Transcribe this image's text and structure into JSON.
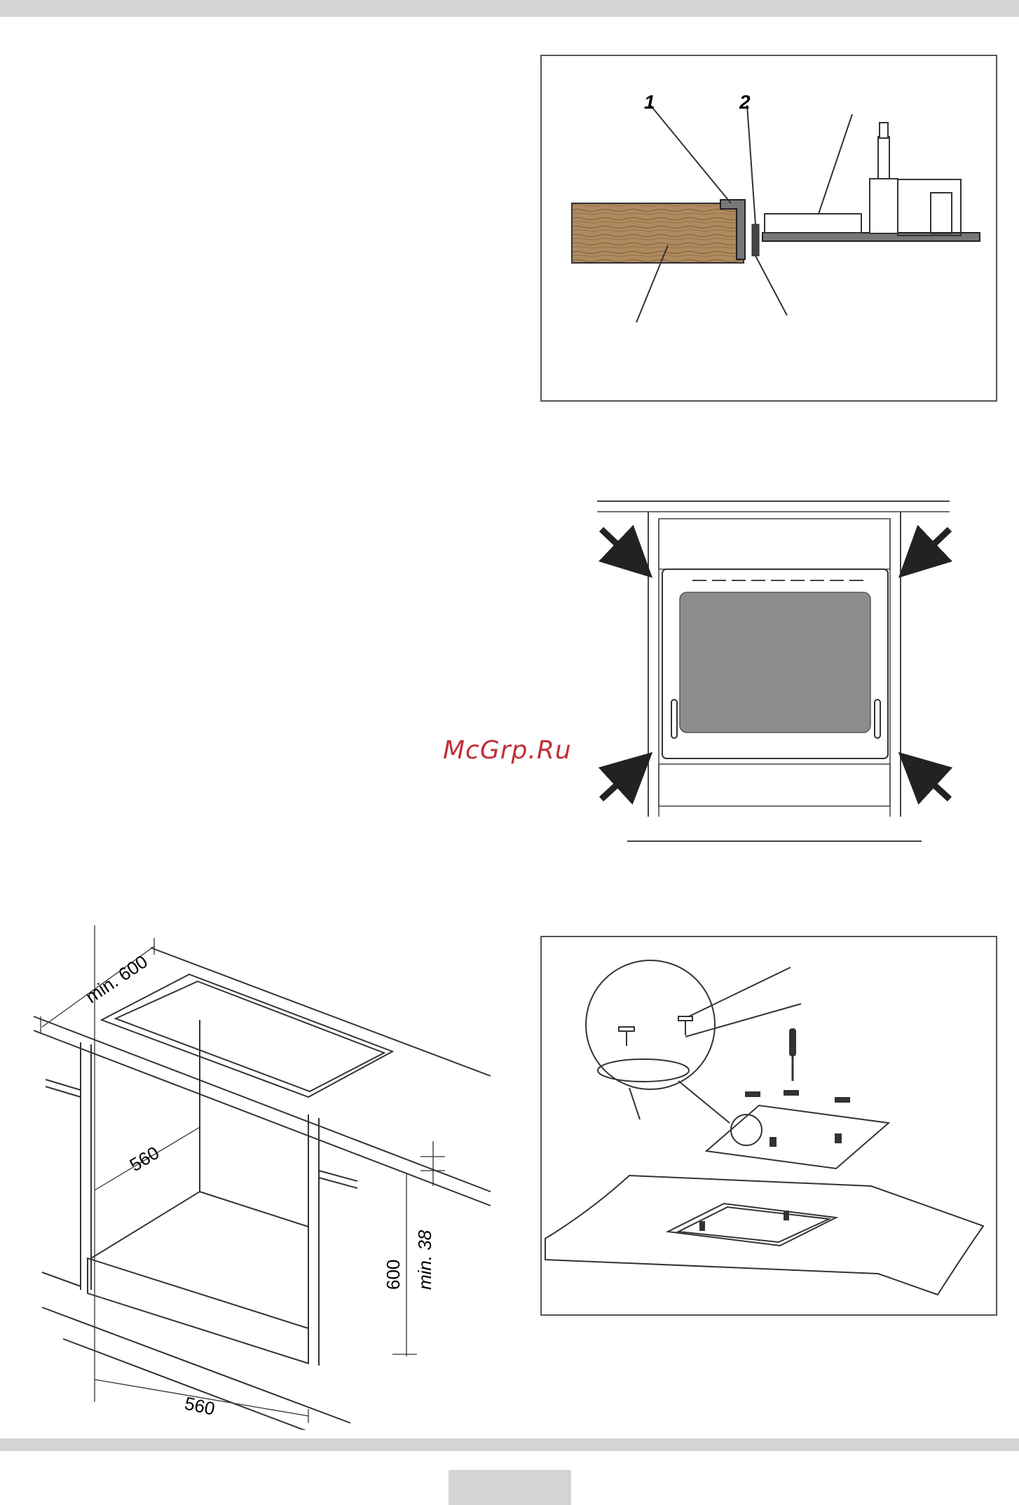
{
  "watermark": "McGrp.Ru",
  "figure1": {
    "callout_1": "1",
    "callout_2": "2"
  },
  "figure3": {
    "min_depth": "min. 600",
    "inner_depth": "560",
    "height": "600",
    "min_gap": "min. 38",
    "width": "560"
  },
  "colors": {
    "band": "#d4d4d4",
    "frame": "#555555",
    "wood": "#b08a5e",
    "glass": "#8c8c8c",
    "watermark": "#c0303a"
  }
}
